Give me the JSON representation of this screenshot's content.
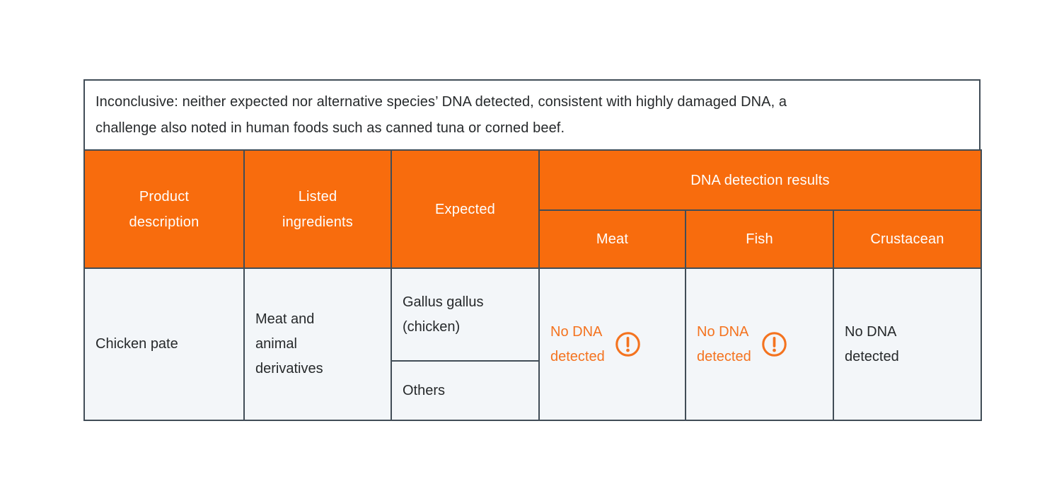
{
  "colors": {
    "header_bg": "#f86c0d",
    "alert_orange": "#f4731f",
    "border": "#414d57",
    "body_bg": "#f3f6f9",
    "note_bg": "#ffffff",
    "text_dark": "#26292b",
    "header_text": "#fefefe"
  },
  "note": {
    "text": "Inconclusive: neither expected nor alternative species’ DNA detected, consistent with highly damaged DNA, a\nchallenge also noted in human foods such as canned tuna or corned beef."
  },
  "table": {
    "headers": {
      "product": "Product\ndescription",
      "listed": "Listed\ningredients",
      "expected": "Expected",
      "dna_group": "DNA detection results",
      "meat": "Meat",
      "fish": "Fish",
      "crustacean": "Crustacean"
    },
    "row": {
      "product": "Chicken pate",
      "listed": "Meat and\nanimal\nderivatives",
      "expected_primary": "Gallus gallus\n(chicken)",
      "expected_secondary": "Others",
      "meat_result": {
        "text": "No DNA\ndetected",
        "status": "alert"
      },
      "fish_result": {
        "text": "No DNA\ndetected",
        "status": "alert"
      },
      "crustacean_result": {
        "text": "No DNA\ndetected",
        "status": "normal"
      }
    }
  },
  "icons": {
    "alert": "exclamation-circle-icon"
  }
}
